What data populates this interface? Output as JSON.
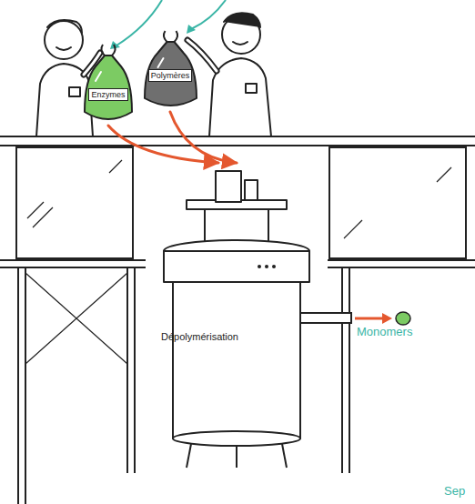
{
  "diagram": {
    "nodes": [
      {
        "text": [
          "Enzymes"
        ]
      },
      {
        "text": [
          "Polymères"
        ]
      },
      {
        "text": [
          "Dépolymérisation"
        ]
      }
    ],
    "edges": [
      {
        "from": 0,
        "to": 2,
        "arrow": "to"
      },
      {
        "from": 1,
        "to": 2,
        "arrow": "to"
      }
    ],
    "labels": [
      "Monomers",
      "Sep"
    ]
  }
}
